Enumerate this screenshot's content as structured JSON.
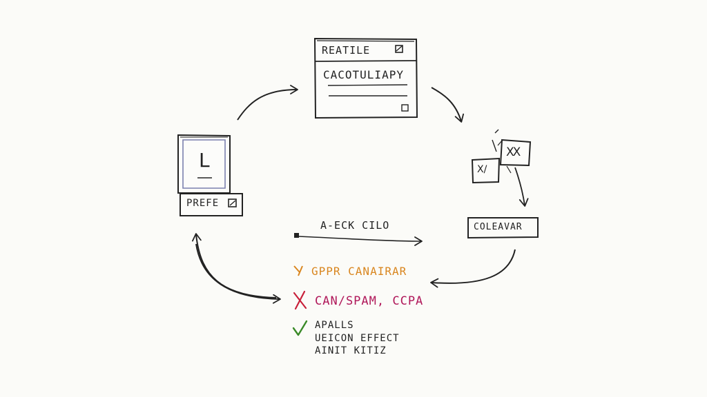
{
  "top_card": {
    "title": "REATILE",
    "body": "CACOTULIAPY"
  },
  "left_card": {
    "letter": "L",
    "label": "PREFE"
  },
  "right_cluster": {
    "front_sticker": "X/",
    "back_sticker": "XX"
  },
  "right_box": {
    "label": "COLEAVAR"
  },
  "center_arrow": {
    "label": "A-ECK CILO"
  },
  "legend": {
    "item1": "GPPR CANAIRAR",
    "item2": "CAN/SPAM, CCPA",
    "item3_line1": "APALLS",
    "item3_line2": "UEICON EFFECT",
    "item3_line3": "AINIT KITIZ"
  },
  "colors": {
    "ink": "#222222",
    "orange": "#d9861f",
    "red": "#c8203a",
    "magenta": "#b0185a",
    "green": "#3a8a28",
    "screen_outline": "#7a7fae"
  }
}
